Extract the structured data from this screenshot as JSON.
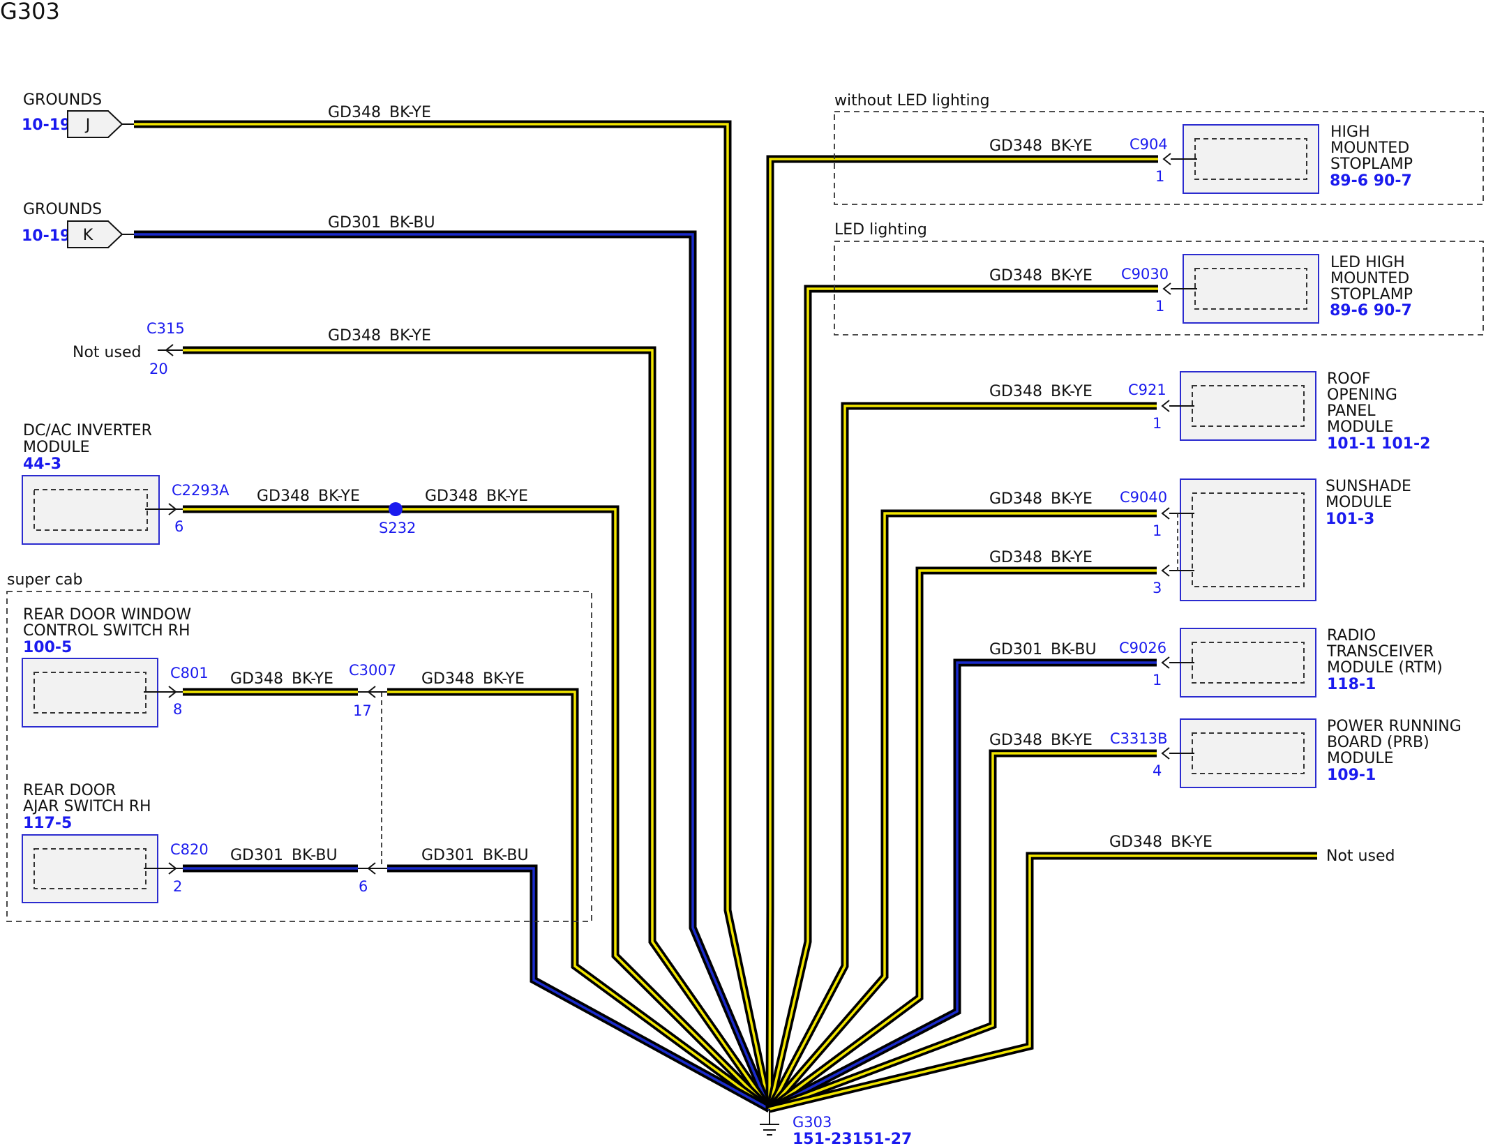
{
  "title": "G303",
  "colors": {
    "link_blue": "#1a1aee",
    "wire_black": "#000000",
    "stripe_yellow": "#f2e600",
    "stripe_blue": "#1a2bcc",
    "component_fill": "#f2f2f2"
  },
  "ground": {
    "name": "G303",
    "ref": "151-23151-27",
    "icon": "ground-symbol-icon"
  },
  "wire_codes": {
    "gd348": "GD348",
    "gd301": "GD301",
    "bk_ye": "BK-YE",
    "bk_bu": "BK-BU"
  },
  "left": {
    "grounds_j": {
      "label": "GROUNDS",
      "ref": "10-19",
      "pin": "J"
    },
    "grounds_k": {
      "label": "GROUNDS",
      "ref": "10-19",
      "pin": "K"
    },
    "c315": {
      "connector": "C315",
      "pin": "20",
      "note": "Not used"
    },
    "inverter": {
      "name_line1": "DC/AC INVERTER",
      "name_line2": "MODULE",
      "ref": "44-3",
      "connector": "C2293A",
      "pin": "6"
    },
    "splice": {
      "name": "S232"
    },
    "super_cab": {
      "label": "super cab",
      "window_switch": {
        "name_line1": "REAR DOOR WINDOW",
        "name_line2": "CONTROL SWITCH RH",
        "ref": "100-5",
        "connector": "C801",
        "pin": "8"
      },
      "ajar_switch": {
        "name_line1": "REAR DOOR",
        "name_line2": "AJAR SWITCH RH",
        "ref": "117-5",
        "connector": "C820",
        "pin": "2"
      },
      "inline": {
        "connector": "C3007",
        "pin_a": "17",
        "pin_b": "6"
      }
    }
  },
  "right": {
    "without_led": {
      "label": "without LED lighting",
      "connector": "C904",
      "pin": "1",
      "name_line1": "HIGH",
      "name_line2": "MOUNTED",
      "name_line3": "STOPLAMP",
      "ref": "89-6  90-7"
    },
    "led": {
      "label": "LED lighting",
      "connector": "C9030",
      "pin": "1",
      "name_line1": "LED HIGH",
      "name_line2": "MOUNTED",
      "name_line3": "STOPLAMP",
      "ref": "89-6  90-7"
    },
    "roof": {
      "connector": "C921",
      "pin": "1",
      "name_line1": "ROOF",
      "name_line2": "OPENING",
      "name_line3": "PANEL",
      "name_line4": "MODULE",
      "ref": "101-1 101-2"
    },
    "sunshade": {
      "connector": "C9040",
      "pin_a": "1",
      "pin_b": "3",
      "name_line1": "SUNSHADE",
      "name_line2": "MODULE",
      "ref": "101-3"
    },
    "rtm": {
      "connector": "C9026",
      "pin": "1",
      "name_line1": "RADIO",
      "name_line2": "TRANSCEIVER",
      "name_line3": "MODULE (RTM)",
      "ref": "118-1"
    },
    "prb": {
      "connector": "C3313B",
      "pin": "4",
      "name_line1": "POWER RUNNING",
      "name_line2": "BOARD (PRB)",
      "name_line3": "MODULE",
      "ref": "109-1"
    },
    "not_used": {
      "note": "Not used"
    }
  }
}
